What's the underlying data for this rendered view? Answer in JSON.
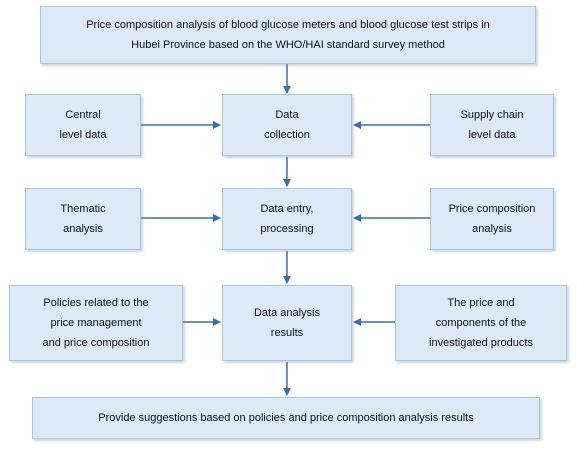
{
  "diagram": {
    "top_box": "Price composition analysis of blood glucose meters and blood glucose test strips in\nHubei Province based on the WHO/HAI standard survey method",
    "row1": {
      "left": "Central\nlevel data",
      "center": "Data\ncollection",
      "right": "Supply chain\nlevel data"
    },
    "row2": {
      "left": "Thematic\nanalysis",
      "center": "Data entry,\nprocessing",
      "right": "Price composition\nanalysis"
    },
    "row3": {
      "left": "Policies related to the\nprice management\nand price composition",
      "center": "Data analysis\nresults",
      "right": "The price and\ncomponents of the\ninvestigated products"
    },
    "bottom_box": "Provide suggestions based on policies and price composition analysis results"
  },
  "colors": {
    "box_fill": "#dce9f7",
    "box_border": "#a9c6e3",
    "arrow": "#3c6fa8"
  }
}
